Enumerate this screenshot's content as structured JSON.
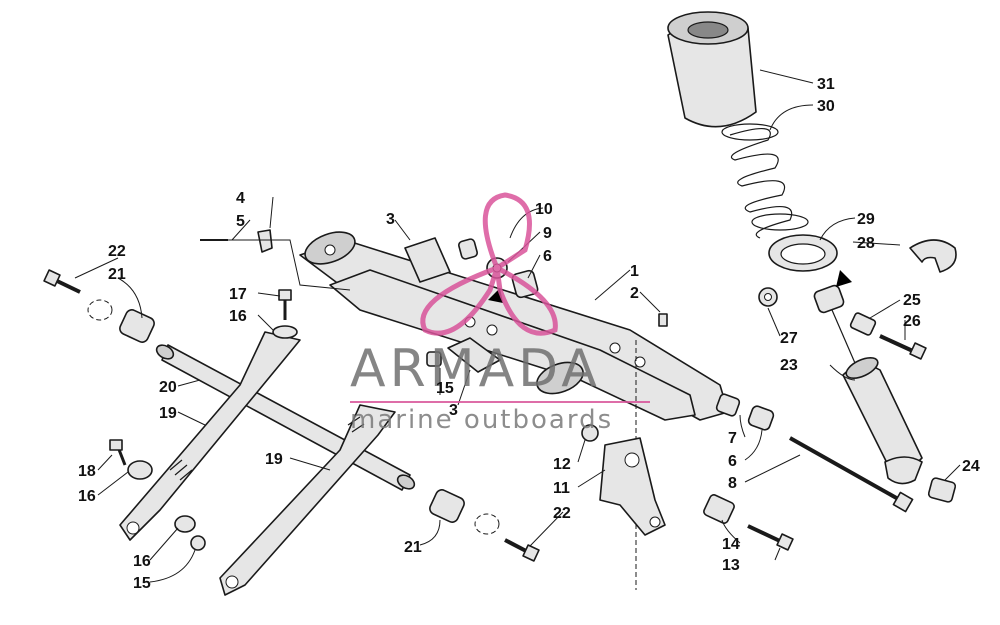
{
  "watermark": {
    "title": "ARMADA",
    "subtitle": "marine outboards",
    "logo_icon": "propeller-logo-icon",
    "accent_color": "#d9549a"
  },
  "callouts": [
    {
      "id": "c1",
      "label": "1"
    },
    {
      "id": "c2",
      "label": "2"
    },
    {
      "id": "c3a",
      "label": "3"
    },
    {
      "id": "c3b",
      "label": "3"
    },
    {
      "id": "c4",
      "label": "4"
    },
    {
      "id": "c5",
      "label": "5"
    },
    {
      "id": "c6a",
      "label": "6"
    },
    {
      "id": "c6b",
      "label": "6"
    },
    {
      "id": "c7",
      "label": "7"
    },
    {
      "id": "c8",
      "label": "8"
    },
    {
      "id": "c9",
      "label": "9"
    },
    {
      "id": "c10",
      "label": "10"
    },
    {
      "id": "c11",
      "label": "11"
    },
    {
      "id": "c12",
      "label": "12"
    },
    {
      "id": "c13",
      "label": "13"
    },
    {
      "id": "c14",
      "label": "14"
    },
    {
      "id": "c15a",
      "label": "15"
    },
    {
      "id": "c15b",
      "label": "15"
    },
    {
      "id": "c16a",
      "label": "16"
    },
    {
      "id": "c16b",
      "label": "16"
    },
    {
      "id": "c16c",
      "label": "16"
    },
    {
      "id": "c17",
      "label": "17"
    },
    {
      "id": "c18",
      "label": "18"
    },
    {
      "id": "c19a",
      "label": "19"
    },
    {
      "id": "c19b",
      "label": "19"
    },
    {
      "id": "c20",
      "label": "20"
    },
    {
      "id": "c21a",
      "label": "21"
    },
    {
      "id": "c21b",
      "label": "21"
    },
    {
      "id": "c22a",
      "label": "22"
    },
    {
      "id": "c22b",
      "label": "22"
    },
    {
      "id": "c23",
      "label": "23"
    },
    {
      "id": "c24",
      "label": "24"
    },
    {
      "id": "c25",
      "label": "25"
    },
    {
      "id": "c26",
      "label": "26"
    },
    {
      "id": "c27",
      "label": "27"
    },
    {
      "id": "c28",
      "label": "28"
    },
    {
      "id": "c29",
      "label": "29"
    },
    {
      "id": "c30",
      "label": "30"
    },
    {
      "id": "c31",
      "label": "31"
    }
  ]
}
